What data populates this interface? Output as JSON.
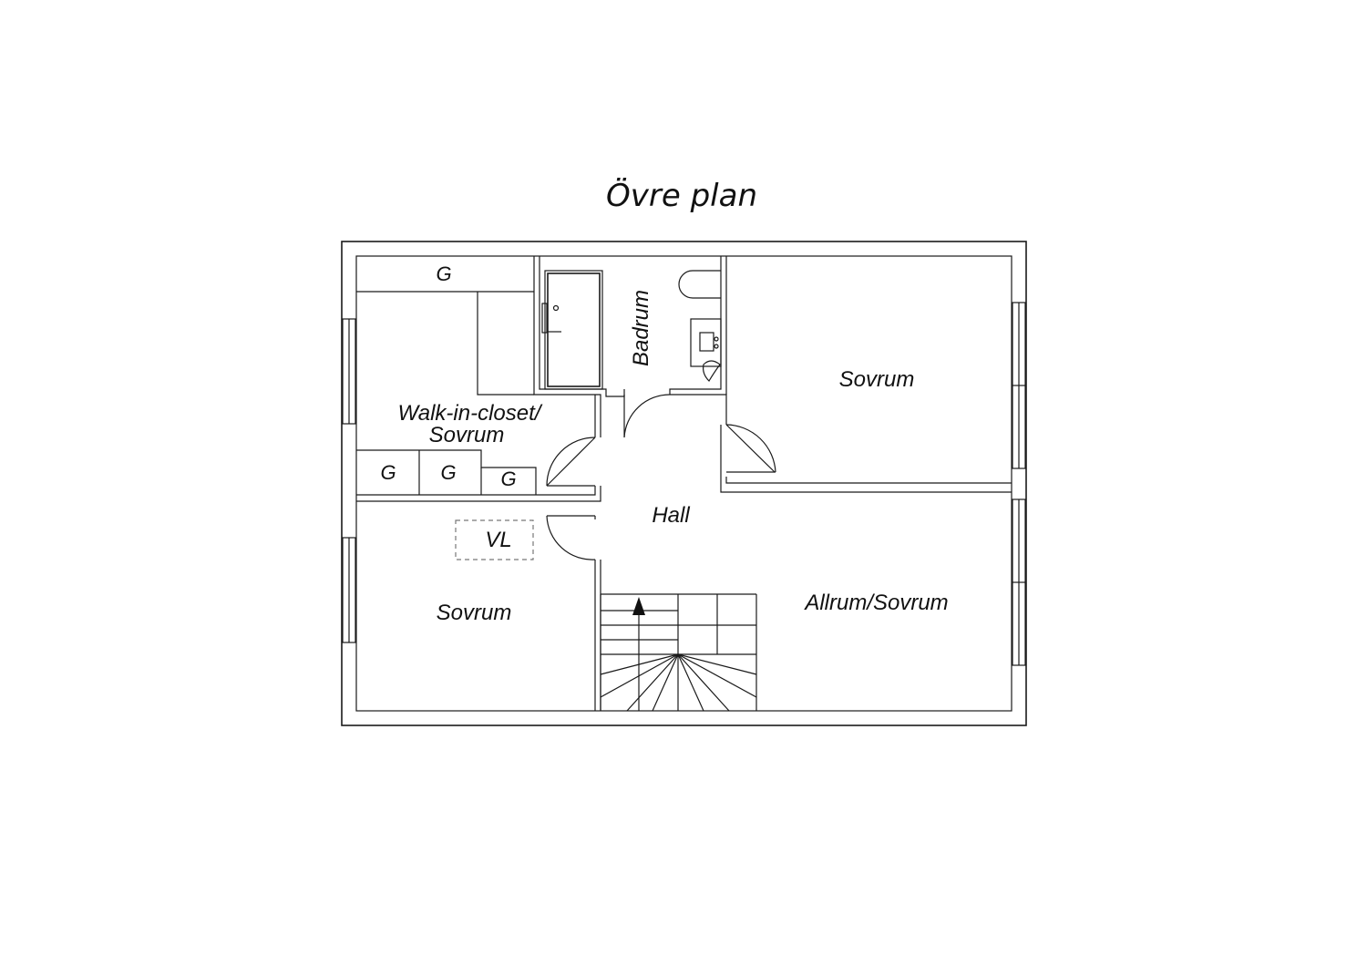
{
  "title": "Övre plan",
  "rooms": {
    "walk_in_closet": "Walk-in-closet/",
    "walk_in_closet_line2": "Sovrum",
    "badrum": "Badrum",
    "sovrum_top_right": "Sovrum",
    "hall": "Hall",
    "sovrum_bottom_left": "Sovrum",
    "allrum": "Allrum/Sovrum"
  },
  "storage": {
    "g_top": "G",
    "g_bottom_1": "G",
    "g_bottom_2": "G",
    "g_bottom_3": "G"
  },
  "vl": "VL",
  "colors": {
    "line": "#1a1a1a",
    "background": "#ffffff",
    "dashed": "#777777"
  }
}
